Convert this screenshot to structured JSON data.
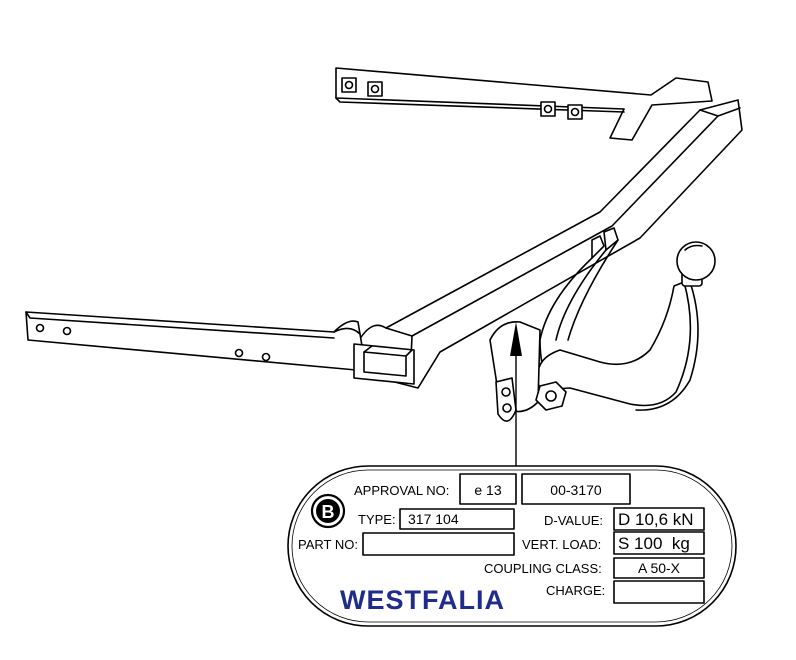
{
  "plate": {
    "approval_label": "APPROVAL NO:",
    "approval_code": "e 13",
    "approval_number": "00-3170",
    "type_label": "TYPE:",
    "type_value": "317 104",
    "d_value_label": "D-VALUE:",
    "d_value": "D 10,6 kN",
    "part_no_label": "PART NO:",
    "part_no_value": "",
    "vert_load_label": "VERT. LOAD:",
    "vert_load_value": "S 100  kg",
    "coupling_class_label": "COUPLING CLASS:",
    "coupling_class_value": "A 50-X",
    "charge_label": "CHARGE:",
    "charge_value": "",
    "class_badge": "B",
    "brand": "WESTFALIA",
    "brand_color": "#1f2c8c"
  }
}
